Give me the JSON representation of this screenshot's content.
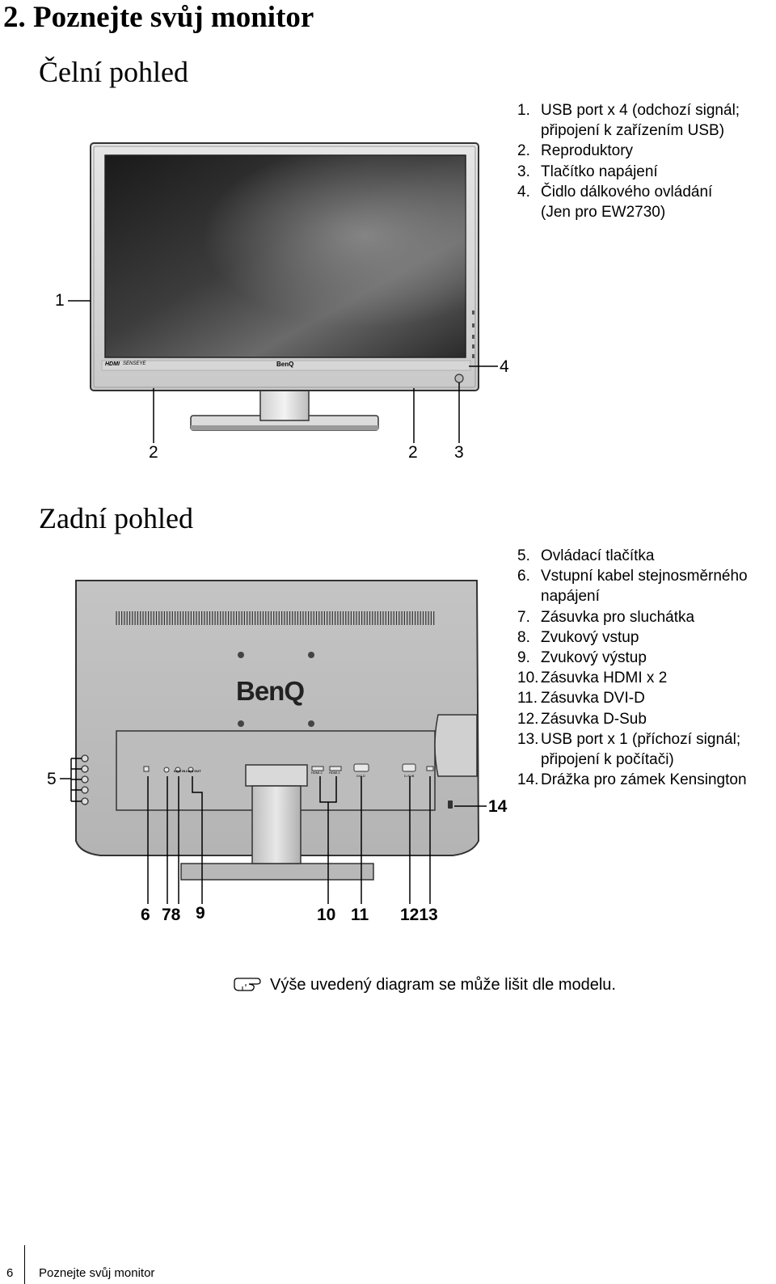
{
  "chapter_title": "2. Poznejte svůj monitor",
  "front": {
    "title": "Čelní pohled",
    "legend": [
      {
        "num": "1.",
        "lines": [
          "USB port x 4 (odchozí signál;",
          "připojení k zařízením USB)"
        ]
      },
      {
        "num": "2.",
        "lines": [
          "Reproduktory"
        ]
      },
      {
        "num": "3.",
        "lines": [
          "Tlačítko napájení"
        ]
      },
      {
        "num": "4.",
        "lines": [
          "Čidlo dálkového ovládání",
          "(Jen pro EW2730)"
        ]
      }
    ],
    "callouts": {
      "c1": "1",
      "c4": "4",
      "c2a": "2",
      "c2b": "2",
      "c3": "3"
    },
    "bezel": {
      "brand": "BenQ",
      "hdmi": "HDMI",
      "senseye": "SENSEYE"
    }
  },
  "rear": {
    "title": "Zadní pohled",
    "legend": [
      {
        "num": "5.",
        "lines": [
          "Ovládací tlačítka"
        ]
      },
      {
        "num": "6.",
        "lines": [
          "Vstupní kabel stejnosměrného",
          "napájení"
        ]
      },
      {
        "num": "7.",
        "lines": [
          "Zásuvka pro sluchátka"
        ]
      },
      {
        "num": "8.",
        "lines": [
          "Zvukový vstup"
        ]
      },
      {
        "num": "9.",
        "lines": [
          "Zvukový výstup"
        ]
      },
      {
        "num": "10.",
        "lines": [
          "Zásuvka HDMI x 2"
        ]
      },
      {
        "num": "11.",
        "lines": [
          "Zásuvka DVI-D"
        ]
      },
      {
        "num": "12.",
        "lines": [
          "Zásuvka D-Sub"
        ]
      },
      {
        "num": "13.",
        "lines": [
          "USB port x 1 (příchozí signál;",
          "připojení k počítači)"
        ]
      },
      {
        "num": "14.",
        "lines": [
          "Drážka pro zámek Kensington"
        ]
      }
    ],
    "callouts": {
      "c5": "5",
      "c14": "14",
      "c6": "6",
      "c78": "78",
      "c9": "9",
      "c10": "10",
      "c11": "11",
      "c1213": "1213"
    },
    "logo": "BenQ",
    "ports": {
      "line_in": "LINE IN",
      "line_out": "LINE OUT",
      "hdmi2": "HDMI-2",
      "hdmi1": "HDMI-1",
      "dvi": "DVI-D",
      "dsub": "D-SUB"
    }
  },
  "note": "Výše uvedený diagram se může lišit dle modelu.",
  "footer": {
    "page_number": "6",
    "running_title": "Poznejte svůj monitor"
  }
}
